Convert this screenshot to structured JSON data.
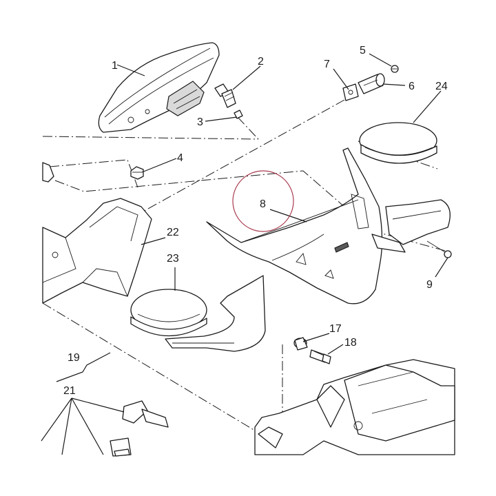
{
  "diagram": {
    "callouts": [
      {
        "id": "c1",
        "label": "1"
      },
      {
        "id": "c2",
        "label": "2"
      },
      {
        "id": "c3",
        "label": "3"
      },
      {
        "id": "c4",
        "label": "4"
      },
      {
        "id": "c5",
        "label": "5"
      },
      {
        "id": "c6",
        "label": "6"
      },
      {
        "id": "c7",
        "label": "7"
      },
      {
        "id": "c8",
        "label": "8"
      },
      {
        "id": "c9",
        "label": "9"
      },
      {
        "id": "c17",
        "label": "17"
      },
      {
        "id": "c18",
        "label": "18"
      },
      {
        "id": "c19",
        "label": "19"
      },
      {
        "id": "c21",
        "label": "21"
      },
      {
        "id": "c22",
        "label": "22"
      },
      {
        "id": "c23",
        "label": "23"
      },
      {
        "id": "c24",
        "label": "24"
      }
    ],
    "highlighted_callout": "8",
    "colors": {
      "line": "#1a1a1a",
      "highlight": "#a83a4e",
      "background": "#ffffff"
    }
  }
}
